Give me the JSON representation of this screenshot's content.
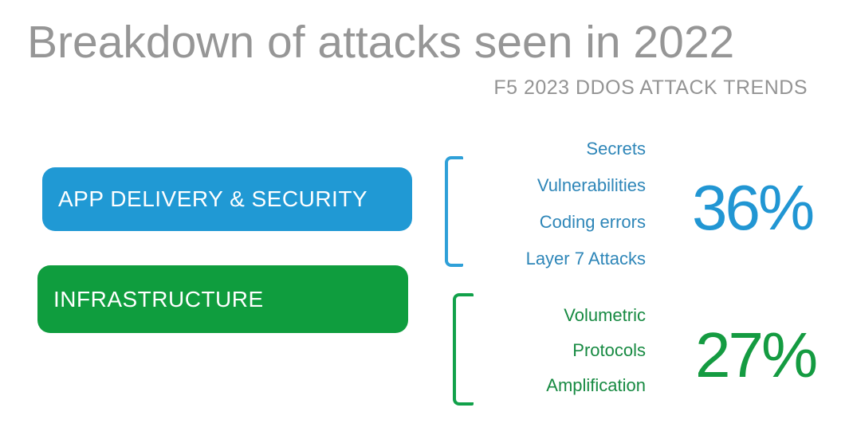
{
  "slide": {
    "title": "Breakdown of attacks seen in 2022",
    "subtitle": "F5 2023 DDOS ATTACK TRENDS",
    "background_color": "#FFFFFF",
    "title_color": "#969696"
  },
  "categories": [
    {
      "id": "app-delivery-security",
      "label": "APP DELIVERY & SECURITY",
      "pill_color": "#2099D4",
      "bracket_color": "#2FA0D8",
      "list_text_color": "#2E86B8",
      "percent_color": "#2196D3",
      "percent": "36%",
      "items": [
        "Secrets",
        "Vulnerabilities",
        "Coding errors",
        "Layer 7 Attacks"
      ]
    },
    {
      "id": "infrastructure",
      "label": "INFRASTRUCTURE",
      "pill_color": "#0F9D3E",
      "bracket_color": "#11A14A",
      "list_text_color": "#178A42",
      "percent_color": "#149B41",
      "percent": "27%",
      "items": [
        "Volumetric",
        "Protocols",
        "Amplification"
      ]
    }
  ]
}
